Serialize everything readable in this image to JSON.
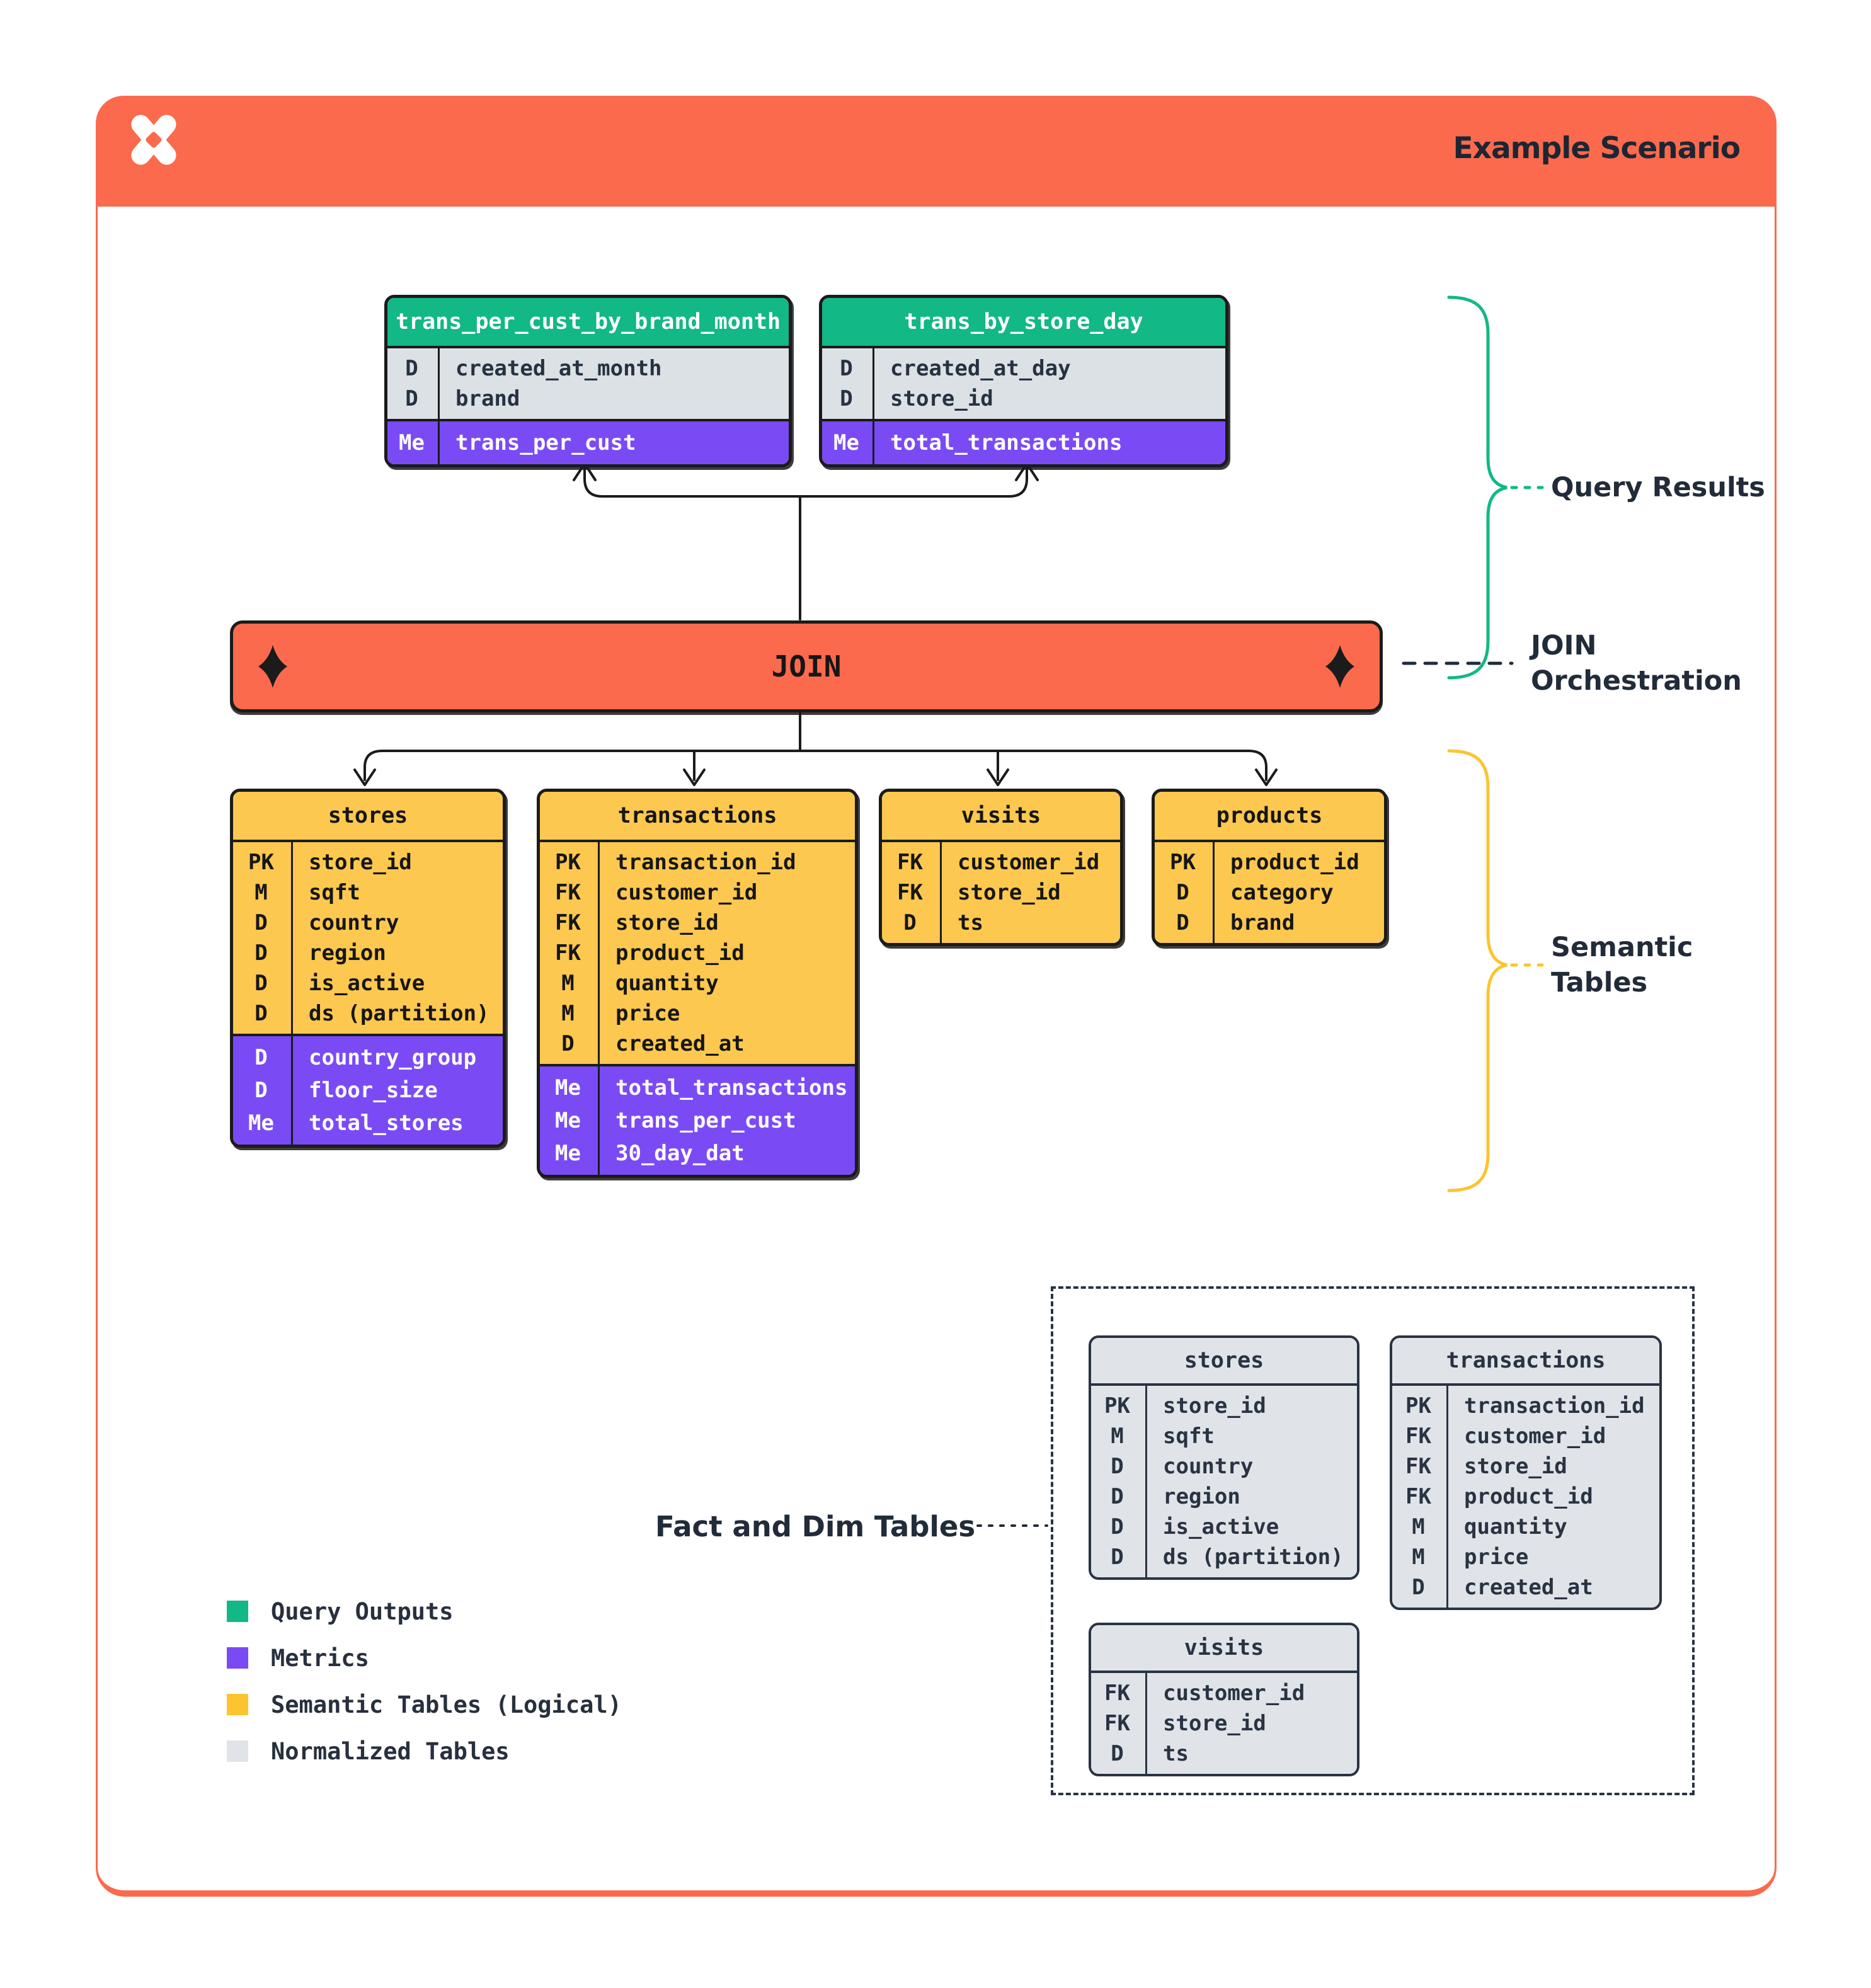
{
  "header": {
    "title": "Example Scenario"
  },
  "join": {
    "label": "JOIN"
  },
  "annotations": {
    "query_results": "Query Results",
    "join_orchestration_line1": "JOIN",
    "join_orchestration_line2": "Orchestration",
    "semantic_tables_line1": "Semantic",
    "semantic_tables_line2": "Tables",
    "fact_dim": "Fact and Dim Tables"
  },
  "query_results_tables": [
    {
      "name": "trans_per_cust_by_brand_month",
      "columns": [
        {
          "key": "D",
          "name": "created_at_month"
        },
        {
          "key": "D",
          "name": "brand"
        }
      ],
      "metrics": [
        {
          "key": "Me",
          "name": "trans_per_cust"
        }
      ]
    },
    {
      "name": "trans_by_store_day",
      "columns": [
        {
          "key": "D",
          "name": "created_at_day"
        },
        {
          "key": "D",
          "name": "store_id"
        }
      ],
      "metrics": [
        {
          "key": "Me",
          "name": "total_transactions"
        }
      ]
    }
  ],
  "semantic_tables": [
    {
      "name": "stores",
      "columns": [
        {
          "key": "PK",
          "name": "store_id"
        },
        {
          "key": "M",
          "name": "sqft"
        },
        {
          "key": "D",
          "name": "country"
        },
        {
          "key": "D",
          "name": "region"
        },
        {
          "key": "D",
          "name": "is_active"
        },
        {
          "key": "D",
          "name": "ds (partition)"
        }
      ],
      "metrics": [
        {
          "key": "D",
          "name": "country_group"
        },
        {
          "key": "D",
          "name": "floor_size"
        },
        {
          "key": "Me",
          "name": "total_stores"
        }
      ]
    },
    {
      "name": "transactions",
      "columns": [
        {
          "key": "PK",
          "name": "transaction_id"
        },
        {
          "key": "FK",
          "name": "customer_id"
        },
        {
          "key": "FK",
          "name": "store_id"
        },
        {
          "key": "FK",
          "name": "product_id"
        },
        {
          "key": "M",
          "name": "quantity"
        },
        {
          "key": "M",
          "name": "price"
        },
        {
          "key": "D",
          "name": "created_at"
        }
      ],
      "metrics": [
        {
          "key": "Me",
          "name": "total_transactions"
        },
        {
          "key": "Me",
          "name": "trans_per_cust"
        },
        {
          "key": "Me",
          "name": "30_day_dat"
        }
      ]
    },
    {
      "name": "visits",
      "columns": [
        {
          "key": "FK",
          "name": "customer_id"
        },
        {
          "key": "FK",
          "name": "store_id"
        },
        {
          "key": "D",
          "name": "ts"
        }
      ],
      "metrics": []
    },
    {
      "name": "products",
      "columns": [
        {
          "key": "PK",
          "name": "product_id"
        },
        {
          "key": "D",
          "name": "category"
        },
        {
          "key": "D",
          "name": "brand"
        }
      ],
      "metrics": []
    }
  ],
  "normalized_tables": [
    {
      "name": "stores",
      "columns": [
        {
          "key": "PK",
          "name": "store_id"
        },
        {
          "key": "M",
          "name": "sqft"
        },
        {
          "key": "D",
          "name": "country"
        },
        {
          "key": "D",
          "name": "region"
        },
        {
          "key": "D",
          "name": "is_active"
        },
        {
          "key": "D",
          "name": "ds (partition)"
        }
      ],
      "metrics": []
    },
    {
      "name": "transactions",
      "columns": [
        {
          "key": "PK",
          "name": "transaction_id"
        },
        {
          "key": "FK",
          "name": "customer_id"
        },
        {
          "key": "FK",
          "name": "store_id"
        },
        {
          "key": "FK",
          "name": "product_id"
        },
        {
          "key": "M",
          "name": "quantity"
        },
        {
          "key": "M",
          "name": "price"
        },
        {
          "key": "D",
          "name": "created_at"
        }
      ],
      "metrics": []
    },
    {
      "name": "visits",
      "columns": [
        {
          "key": "FK",
          "name": "customer_id"
        },
        {
          "key": "FK",
          "name": "store_id"
        },
        {
          "key": "D",
          "name": "ts"
        }
      ],
      "metrics": []
    }
  ],
  "legend": {
    "items": [
      {
        "label": "Query Outputs",
        "color": "#12B886"
      },
      {
        "label": "Metrics",
        "color": "#7A4BF5"
      },
      {
        "label": "Semantic Tables (Logical)",
        "color": "#FCC42F"
      },
      {
        "label": "Normalized Tables",
        "color": "#E0E4E9"
      }
    ]
  },
  "colors": {
    "accent_orange": "#FB6A4D",
    "query_output_green": "#12B886",
    "metric_purple": "#7A4BF5",
    "semantic_yellow": "#FCC84F",
    "normalized_gray": "#E0E4E9",
    "ink": "#1B1B1B",
    "label_navy": "#222B39"
  }
}
